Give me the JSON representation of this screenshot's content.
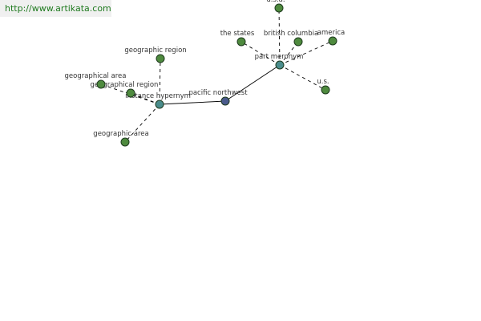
{
  "banner": {
    "url_text": "http://www.artikata.com"
  },
  "colors": {
    "word_node": "#4e8a3e",
    "relation_node": "#4a8c8c",
    "focus_node": "#4a5a8c",
    "node_stroke": "#1e3a1e",
    "edge": "#000000",
    "label": "#333333"
  },
  "graph": {
    "nodes": [
      {
        "id": "pacific-northwest",
        "label": "pacific northwest",
        "kind": "focus"
      },
      {
        "id": "part-meronym",
        "label": "part meronym",
        "kind": "relation"
      },
      {
        "id": "instance-hypernym",
        "label": "instance hypernym",
        "kind": "relation"
      },
      {
        "id": "usa",
        "label": "u.s.a.",
        "kind": "word"
      },
      {
        "id": "the-states",
        "label": "the states",
        "kind": "word"
      },
      {
        "id": "british-columbia",
        "label": "british columbia",
        "kind": "word"
      },
      {
        "id": "america",
        "label": "america",
        "kind": "word"
      },
      {
        "id": "us",
        "label": "u.s.",
        "kind": "word"
      },
      {
        "id": "geographic-region-top",
        "label": "geographic region",
        "kind": "word"
      },
      {
        "id": "geographical-area",
        "label": "geographical area",
        "kind": "word"
      },
      {
        "id": "geographical-region",
        "label": "geographical region",
        "kind": "word"
      },
      {
        "id": "geographic-area",
        "label": "geographic area",
        "kind": "word"
      }
    ],
    "edges": [
      {
        "from": "pacific-northwest",
        "to": "part-meronym",
        "style": "solid"
      },
      {
        "from": "pacific-northwest",
        "to": "instance-hypernym",
        "style": "solid"
      },
      {
        "from": "part-meronym",
        "to": "usa",
        "style": "dashed"
      },
      {
        "from": "part-meronym",
        "to": "the-states",
        "style": "dashed"
      },
      {
        "from": "part-meronym",
        "to": "british-columbia",
        "style": "dashed"
      },
      {
        "from": "part-meronym",
        "to": "america",
        "style": "dashed"
      },
      {
        "from": "part-meronym",
        "to": "us",
        "style": "dashed"
      },
      {
        "from": "instance-hypernym",
        "to": "geographic-region-top",
        "style": "dashed"
      },
      {
        "from": "instance-hypernym",
        "to": "geographical-area",
        "style": "dashed"
      },
      {
        "from": "instance-hypernym",
        "to": "geographical-region",
        "style": "dashed"
      },
      {
        "from": "instance-hypernym",
        "to": "geographic-area",
        "style": "dashed"
      }
    ]
  }
}
